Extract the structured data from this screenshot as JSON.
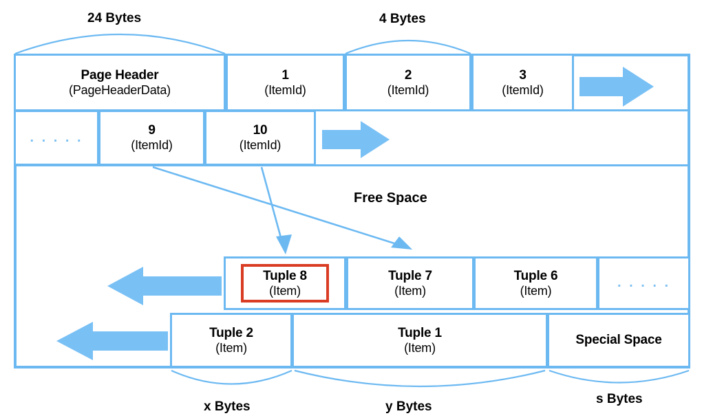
{
  "diagram": {
    "title_braces": {
      "page_header_bytes": "24 Bytes",
      "itemid_bytes": "4 Bytes",
      "x_bytes": "x Bytes",
      "y_bytes": "y Bytes",
      "s_bytes": "s Bytes"
    },
    "free_space_label": "Free Space",
    "colors": {
      "border_blue": "#6cb9f2",
      "arrow_blue": "#79c0f5",
      "highlight_red": "#d93b23",
      "dots_blue": "#7cc0f2",
      "text_black": "#000000",
      "background": "#ffffff"
    },
    "header_row": [
      {
        "name": "page-header",
        "title": "Page Header",
        "subtitle": "(PageHeaderData)"
      },
      {
        "name": "itemid-1",
        "title": "1",
        "subtitle": "(ItemId)"
      },
      {
        "name": "itemid-2",
        "title": "2",
        "subtitle": "(ItemId)"
      },
      {
        "name": "itemid-3",
        "title": "3",
        "subtitle": "(ItemId)"
      }
    ],
    "itemid_row": [
      {
        "name": "itemid-ellipsis",
        "title": ". . . . .",
        "subtitle": ""
      },
      {
        "name": "itemid-9",
        "title": "9",
        "subtitle": "(ItemId)"
      },
      {
        "name": "itemid-10",
        "title": "10",
        "subtitle": "(ItemId)"
      }
    ],
    "tuple_row_upper": [
      {
        "name": "tuple-8",
        "title": "Tuple 8",
        "subtitle": "(Item)",
        "highlighted": true
      },
      {
        "name": "tuple-7",
        "title": "Tuple 7",
        "subtitle": "(Item)",
        "highlighted": false
      },
      {
        "name": "tuple-6",
        "title": "Tuple 6",
        "subtitle": "(Item)",
        "highlighted": false
      },
      {
        "name": "tuple-ellipsis",
        "title": ". . . . .",
        "subtitle": "",
        "highlighted": false
      }
    ],
    "tuple_row_lower": [
      {
        "name": "tuple-2",
        "title": "Tuple 2",
        "subtitle": "(Item)"
      },
      {
        "name": "tuple-1",
        "title": "Tuple 1",
        "subtitle": "(Item)"
      },
      {
        "name": "special-space",
        "title": "Special Space",
        "subtitle": ""
      }
    ],
    "arrows": {
      "header_growth_right": "right-arrow",
      "itemid_growth_right": "right-arrow",
      "tuple_growth_left_upper": "left-arrow",
      "tuple_growth_left_lower": "left-arrow",
      "pointer_9_to_tuple7": "diagonal-pointer-arrow",
      "pointer_10_to_tuple8": "diagonal-pointer-arrow"
    }
  }
}
